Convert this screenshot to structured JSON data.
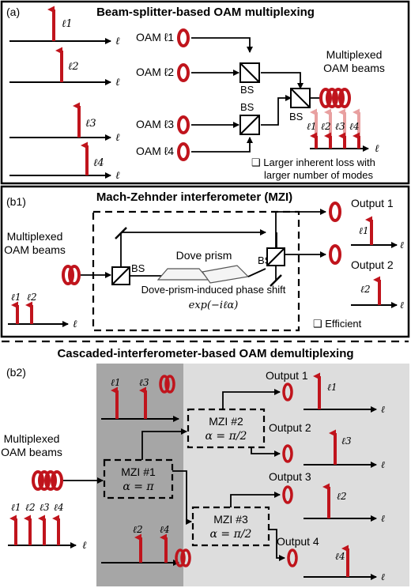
{
  "panel_a": {
    "tag": "(a)",
    "title": "Beam-splitter-based OAM multiplexing",
    "spec_labels": [
      "ℓ1",
      "ℓ2",
      "ℓ3",
      "ℓ4"
    ],
    "axis_label": "ℓ",
    "oam_labels": [
      "OAM ℓ1",
      "OAM ℓ2",
      "OAM ℓ3",
      "OAM ℓ4"
    ],
    "bs_label": "BS",
    "output_label_line1": "Multiplexed",
    "output_label_line2": "OAM beams",
    "out_spec_labels": [
      "ℓ1",
      "ℓ2",
      "ℓ3",
      "ℓ4"
    ],
    "note_line1": "❑ Larger inherent loss with",
    "note_line2": "larger number of modes"
  },
  "panel_b1": {
    "tag": "(b1)",
    "title": "Mach-Zehnder interferometer (MZI)",
    "input_line1": "Multiplexed",
    "input_line2": "OAM beams",
    "in_spec_labels": [
      "ℓ1",
      "ℓ2"
    ],
    "axis_label": "ℓ",
    "bs_label": "BS",
    "dove_label": "Dove prism",
    "phase_label": "Dove-prism-induced phase shift",
    "phase_formula": "exp(−iℓα)",
    "output1": "Output 1",
    "output2": "Output 2",
    "out1_spec": "ℓ1",
    "out2_spec": "ℓ2",
    "note": "❑ Efficient"
  },
  "panel_b2": {
    "title": "Cascaded-interferometer-based OAM demultiplexing",
    "tag": "(b2)",
    "input_line1": "Multiplexed",
    "input_line2": "OAM beams",
    "in_spec_labels": [
      "ℓ1",
      "ℓ2",
      "ℓ3",
      "ℓ4"
    ],
    "axis_label": "ℓ",
    "upper_spec": [
      "ℓ1",
      "ℓ3"
    ],
    "lower_spec": [
      "ℓ2",
      "ℓ4"
    ],
    "mzi1": {
      "name": "MZI #1",
      "alpha": "α = π"
    },
    "mzi2": {
      "name": "MZI #2",
      "alpha": "α = π/2"
    },
    "mzi3": {
      "name": "MZI #3",
      "alpha": "α = π/2"
    },
    "outputs": [
      "Output 1",
      "Output 2",
      "Output 3",
      "Output 4"
    ],
    "out_spec": [
      "ℓ1",
      "ℓ3",
      "ℓ2",
      "ℓ4"
    ]
  },
  "colors": {
    "arrow_red": "#c0141c",
    "faded_red": "#e8a0a0",
    "dark_region": "#a6a6a6",
    "light_region": "#dddddd",
    "ring": "#c0141c"
  }
}
